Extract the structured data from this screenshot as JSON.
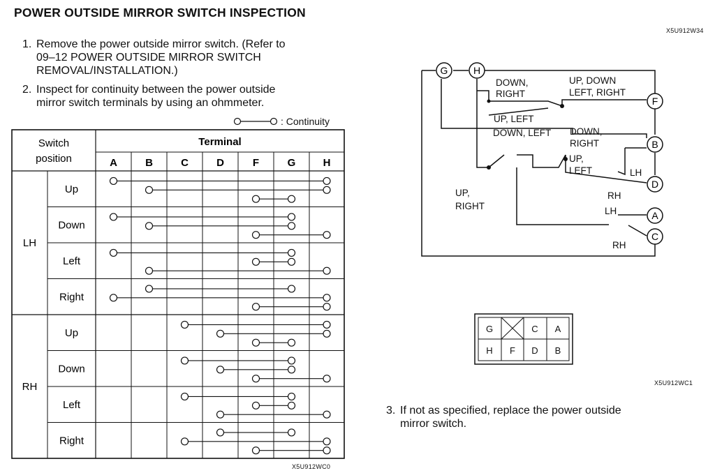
{
  "title": "POWER OUTSIDE MIRROR SWITCH INSPECTION",
  "steps": [
    {
      "num": "1.",
      "lines": [
        "Remove the power outside mirror switch. (Refer to",
        "09–12 POWER OUTSIDE MIRROR SWITCH",
        "REMOVAL/INSTALLATION.)"
      ]
    },
    {
      "num": "2.",
      "lines": [
        "Inspect for continuity between the power outside",
        "mirror switch terminals by using an ohmmeter."
      ]
    },
    {
      "num": "3.",
      "lines": [
        "If not as specified, replace the power outside",
        "mirror switch."
      ]
    }
  ],
  "legend_label": ": Continuity",
  "table": {
    "header_switch": [
      "Switch",
      "position"
    ],
    "header_terminal": "Terminal",
    "terminals": [
      "A",
      "B",
      "C",
      "D",
      "F",
      "G",
      "H"
    ],
    "groups": [
      {
        "name": "LH",
        "rows": [
          {
            "label": "Up",
            "connections": [
              [
                "A",
                "H"
              ],
              [
                "B",
                "H"
              ],
              [
                "F",
                "G"
              ]
            ]
          },
          {
            "label": "Down",
            "connections": [
              [
                "A",
                "G"
              ],
              [
                "B",
                "G"
              ],
              [
                "F",
                "H"
              ]
            ]
          },
          {
            "label": "Left",
            "connections": [
              [
                "A",
                "G"
              ],
              [
                "F",
                "G"
              ],
              [
                "B",
                "H"
              ]
            ]
          },
          {
            "label": "Right",
            "connections": [
              [
                "B",
                "G"
              ],
              [
                "A",
                "H"
              ],
              [
                "F",
                "H"
              ]
            ]
          }
        ]
      },
      {
        "name": "RH",
        "rows": [
          {
            "label": "Up",
            "connections": [
              [
                "C",
                "H"
              ],
              [
                "D",
                "H"
              ],
              [
                "F",
                "G"
              ]
            ]
          },
          {
            "label": "Down",
            "connections": [
              [
                "C",
                "G"
              ],
              [
                "D",
                "G"
              ],
              [
                "F",
                "H"
              ]
            ]
          },
          {
            "label": "Left",
            "connections": [
              [
                "C",
                "G"
              ],
              [
                "F",
                "G"
              ],
              [
                "D",
                "H"
              ]
            ]
          },
          {
            "label": "Right",
            "connections": [
              [
                "D",
                "G"
              ],
              [
                "C",
                "H"
              ],
              [
                "F",
                "H"
              ]
            ]
          }
        ]
      }
    ]
  },
  "codes": [
    "X5U912W34",
    "X5U912WC0",
    "X5U912WC1"
  ],
  "wiring": {
    "terminals": [
      "G",
      "H",
      "F",
      "B",
      "D",
      "A",
      "C"
    ],
    "labels": [
      "DOWN,",
      "RIGHT",
      "UP, DOWN",
      "LEFT, RIGHT",
      "UP, LEFT",
      "DOWN, LEFT",
      "DOWN,",
      "RIGHT",
      "UP,",
      "LEFT",
      "UP,",
      "RIGHT",
      "LH",
      "RH",
      "LH",
      "RH"
    ]
  },
  "connector": {
    "row1": [
      "G",
      "",
      "C",
      "A"
    ],
    "row2": [
      "H",
      "F",
      "D",
      "B"
    ]
  }
}
